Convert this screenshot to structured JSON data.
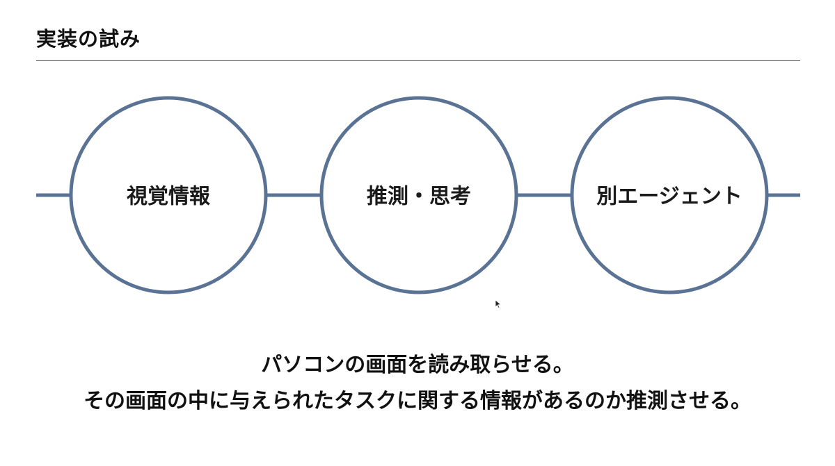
{
  "slide": {
    "title": "実装の試み"
  },
  "diagram": {
    "nodes": [
      {
        "label": "視覚情報"
      },
      {
        "label": "推測・思考"
      },
      {
        "label": "別エージェント"
      }
    ],
    "colors": {
      "stroke": "#5a7394",
      "fill": "#ffffff"
    }
  },
  "caption": {
    "line1": "パソコンの画面を読み取らせる。",
    "line2": "その画面の中に与えられたタスクに関する情報があるのか推測させる。"
  }
}
